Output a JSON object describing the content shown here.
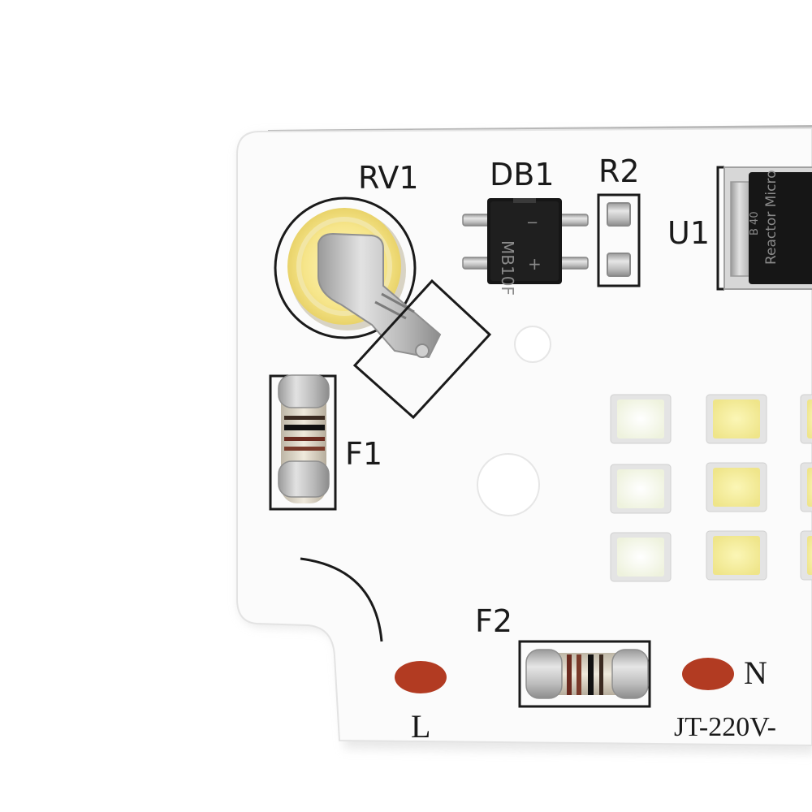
{
  "board": {
    "labels": {
      "rv1": "RV1",
      "db1": "DB1",
      "r2": "R2",
      "u1": "U1",
      "f1": "F1",
      "f2": "F2",
      "live": "L",
      "neutral": "N",
      "model": "JT-220V-"
    },
    "chip_markings": {
      "bridge_part": "MB10F",
      "bridge_minus": "−",
      "bridge_plus": "+",
      "ic_brand": "Reactor Micro",
      "ic_code": "B 40"
    },
    "colors": {
      "pcb": "#fbfbfb",
      "silkscreen": "#1a1a1a",
      "pad": "#b23b22",
      "led_white": "#f6f8ee",
      "led_yellow": "#f4ee9e",
      "chip": "#161616"
    },
    "led_grid": {
      "rows": 3,
      "visible_columns": 3
    }
  }
}
